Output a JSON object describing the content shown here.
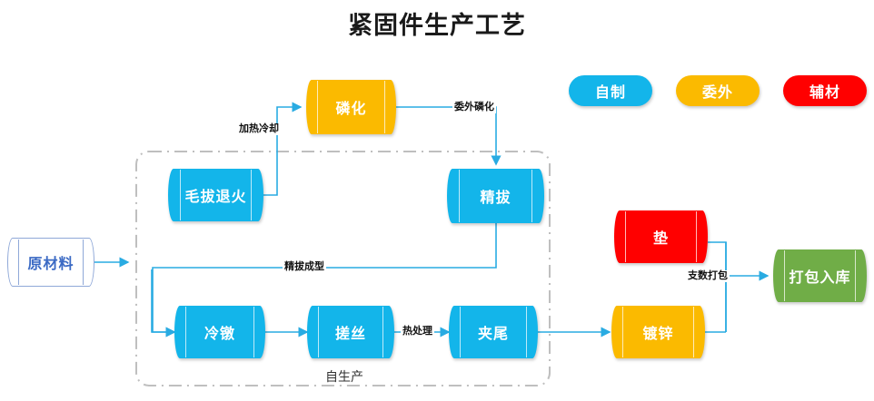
{
  "title": "紧固件生产工艺",
  "legend": {
    "items": [
      {
        "label": "自制",
        "color": "#13B5EA"
      },
      {
        "label": "委外",
        "color": "#FBBA00"
      },
      {
        "label": "辅材",
        "color": "#FF0000"
      }
    ]
  },
  "group": {
    "label": "自生产",
    "style": "dashed-rounded-box",
    "color": "#BFBFBF"
  },
  "nodes": [
    {
      "id": "raw",
      "label": "原材料",
      "color": "#FFFFFF",
      "kind": "cylinder",
      "category": "source"
    },
    {
      "id": "anneal",
      "label": "毛拔退火",
      "color": "#13B5EA",
      "kind": "cylinder",
      "category": "自制"
    },
    {
      "id": "phosphate",
      "label": "磷化",
      "color": "#FBBA00",
      "kind": "cylinder",
      "category": "委外"
    },
    {
      "id": "finedraw",
      "label": "精拔",
      "color": "#13B5EA",
      "kind": "cylinder",
      "category": "自制"
    },
    {
      "id": "cold",
      "label": "冷镦",
      "color": "#13B5EA",
      "kind": "cylinder",
      "category": "自制"
    },
    {
      "id": "thread",
      "label": "搓丝",
      "color": "#13B5EA",
      "kind": "cylinder",
      "category": "自制"
    },
    {
      "id": "tail",
      "label": "夹尾",
      "color": "#13B5EA",
      "kind": "cylinder",
      "category": "自制"
    },
    {
      "id": "washer",
      "label": "垫",
      "color": "#FF0000",
      "kind": "cylinder",
      "category": "辅材"
    },
    {
      "id": "galv",
      "label": "镀锌",
      "color": "#FBBA00",
      "kind": "cylinder",
      "category": "委外"
    },
    {
      "id": "pack",
      "label": "打包入库",
      "color": "#70AD47",
      "kind": "cylinder",
      "category": "output"
    }
  ],
  "edges": [
    {
      "from": "raw",
      "to": "cold",
      "label": ""
    },
    {
      "from": "anneal",
      "to": "phosphate",
      "label": "加热冷却"
    },
    {
      "from": "phosphate",
      "to": "finedraw",
      "label": "委外磷化"
    },
    {
      "from": "finedraw",
      "to": "cold",
      "label": "精拔成型"
    },
    {
      "from": "cold",
      "to": "thread",
      "label": ""
    },
    {
      "from": "thread",
      "to": "tail",
      "label": "热处理"
    },
    {
      "from": "tail",
      "to": "galv",
      "label": ""
    },
    {
      "from": "washer",
      "to": "pack",
      "label": "支数打包"
    },
    {
      "from": "galv",
      "to": "pack",
      "label": "支数打包"
    }
  ],
  "edge_labels": {
    "heat_cool": "加热冷却",
    "outsource_phosphate": "委外磷化",
    "finedraw_form": "精拔成型",
    "heat_treat": "热处理",
    "count_pack": "支数打包"
  },
  "colors": {
    "arrow": "#29ABE2",
    "group_border": "#BFBFBF",
    "text_dark": "#111111"
  }
}
